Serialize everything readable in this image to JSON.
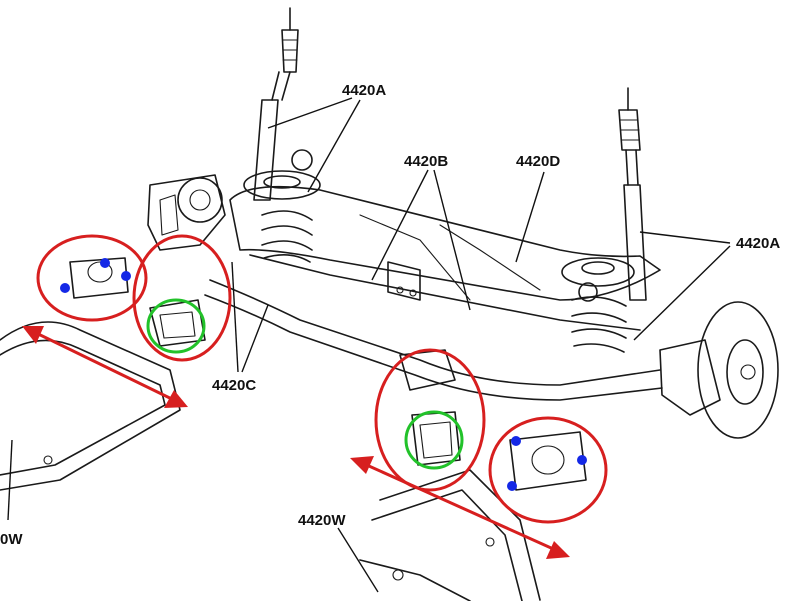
{
  "callouts": {
    "shock_absorber": "4420A",
    "crossmember": "4420B",
    "mount_front": "4420C",
    "rear_link": "4420D",
    "subframe_right": "4420W",
    "subframe_left_partial": "0W"
  },
  "annotations": {
    "marker_colors": {
      "red_outline": "#d71f1f",
      "green_outline": "#22c22a",
      "blue_dot": "#1428e6",
      "red_arrow": "#d71f1f"
    }
  }
}
